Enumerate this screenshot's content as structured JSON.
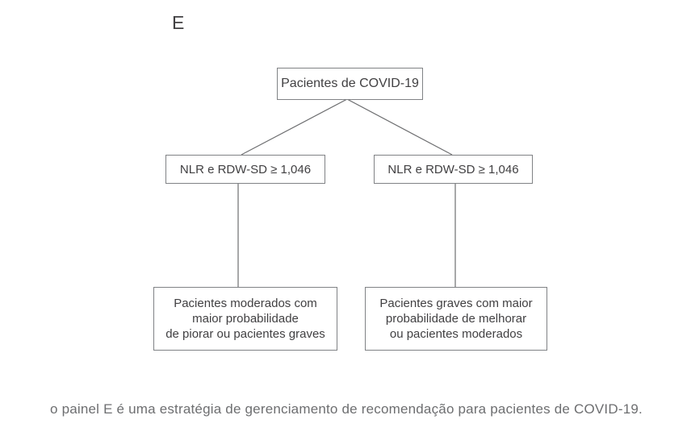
{
  "panel": {
    "label": "E",
    "caption": "o painel E é uma estratégia de gerenciamento de recomendação para pacientes de COVID-19."
  },
  "flowchart": {
    "root": {
      "text": "Pacientes de COVID-19"
    },
    "left_branch": {
      "text": "NLR e RDW-SD ≥ 1,046"
    },
    "right_branch": {
      "text": "NLR e RDW-SD ≥ 1,046"
    },
    "left_leaf": {
      "lines": [
        "Pacientes moderados com",
        "maior probabilidade",
        "de piorar ou pacientes graves"
      ]
    },
    "right_leaf": {
      "lines": [
        "Pacientes graves com maior",
        "probabilidade de melhorar",
        "ou pacientes moderados"
      ]
    }
  },
  "colors": {
    "background": "#ffffff",
    "border": "#808285",
    "box_text": "#414042",
    "line": "#6d6e70",
    "caption": "#6d6e70",
    "panel_label": "#414042"
  }
}
